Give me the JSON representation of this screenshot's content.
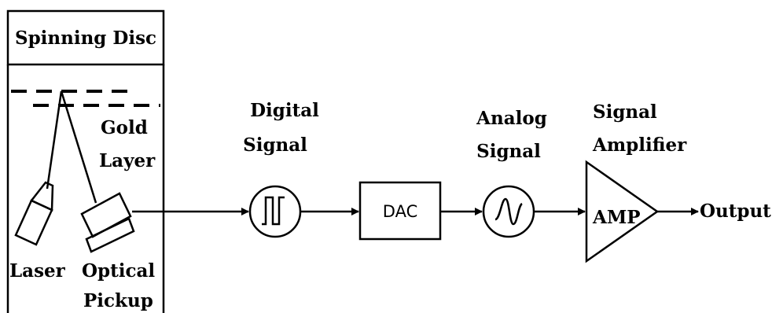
{
  "labels": {
    "spinning_disc": "Spinning Disc",
    "gold": "Gold",
    "layer": "Layer",
    "laser": "Laser",
    "optical": "Optical",
    "pickup": "Pickup",
    "digital": "Digital",
    "digital_signal": "Signal",
    "dac": "DAC",
    "analog": "Analog",
    "analog_signal": "Signal",
    "signal": "Signal",
    "amplifier": "Amplifier",
    "amp": "AMP",
    "output": "Output"
  }
}
